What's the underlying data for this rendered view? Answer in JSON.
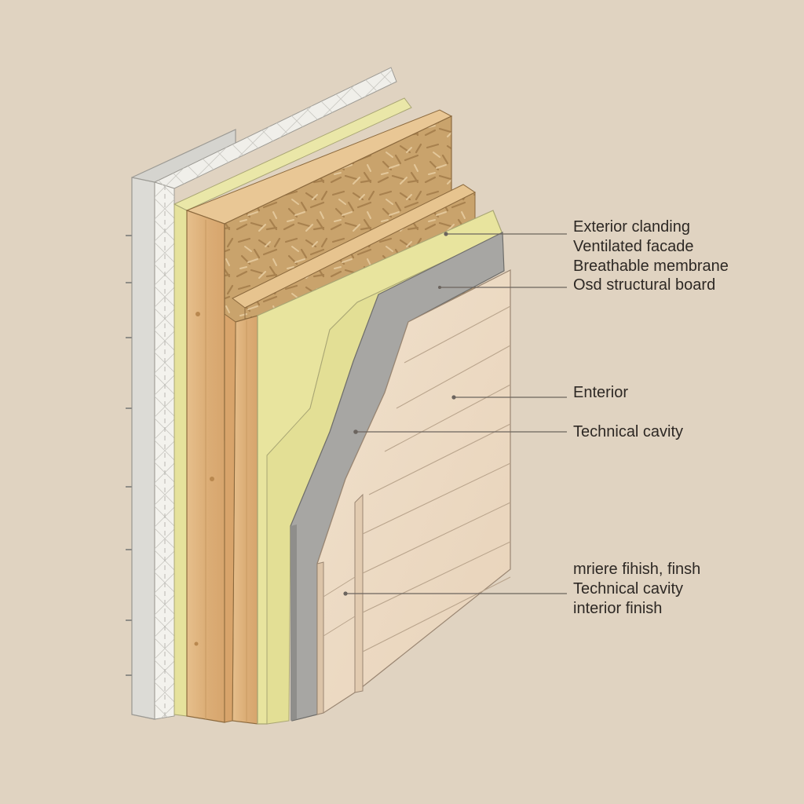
{
  "labels": {
    "exterior_cladding": "Exterior clanding",
    "ventilated_facade": "Ventilated facade",
    "breathable_membrane": "Breathable membrane",
    "osb_board": "Osd structural board",
    "interior": "Enterior",
    "technical_cavity": "Technical cavity",
    "finish_1": "mriere fihish, finsh",
    "finish_2": "Technical cavity",
    "finish_3": "interior finish"
  },
  "colors": {
    "background": "#e0d3c1",
    "render_layer": "#d9d9d6",
    "insulation_mesh": "#f2f1ec",
    "yellow_membrane": "#e9e6a4",
    "timber_stud": "#dfb37f",
    "osb": "#c9a36c",
    "grey_board": "#a9a8a6",
    "interior_lining": "#ecd9c3",
    "leader_line": "#6b645e"
  }
}
